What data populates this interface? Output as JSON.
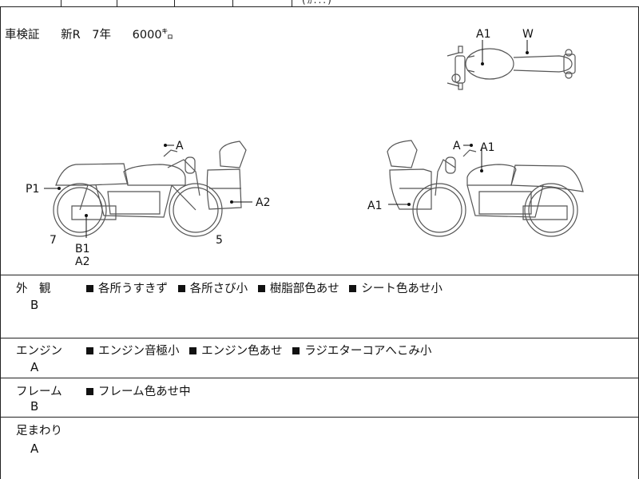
{
  "header_fragment": "(ｶ...)",
  "registration": {
    "type": "車検証",
    "status": "新R",
    "years": "7年",
    "mileage": "6000㌔"
  },
  "diagram_labels": {
    "top_a1": "A1",
    "top_w": "W",
    "left_a": "A",
    "left_p1": "P1",
    "left_a2": "A2",
    "left_7": "7",
    "left_5": "5",
    "left_b1": "B1",
    "left_a2b": "A2",
    "right_a": "A",
    "right_a1": "A1",
    "right_a1b": "A1"
  },
  "sections": [
    {
      "label": "外　観",
      "grade": "B",
      "items": [
        "各所うすきず",
        "各所さび小",
        "樹脂部色あせ",
        "シート色あせ小"
      ]
    },
    {
      "label": "エンジン",
      "grade": "A",
      "items": [
        "エンジン音極小",
        "エンジン色あせ",
        "ラジエターコアへこみ小"
      ]
    },
    {
      "label": "フレーム",
      "grade": "B",
      "items": [
        "フレーム色あせ中"
      ]
    },
    {
      "label": "足まわり",
      "grade": "A",
      "items": []
    }
  ],
  "icons": [
    "square-bullet-icon"
  ]
}
